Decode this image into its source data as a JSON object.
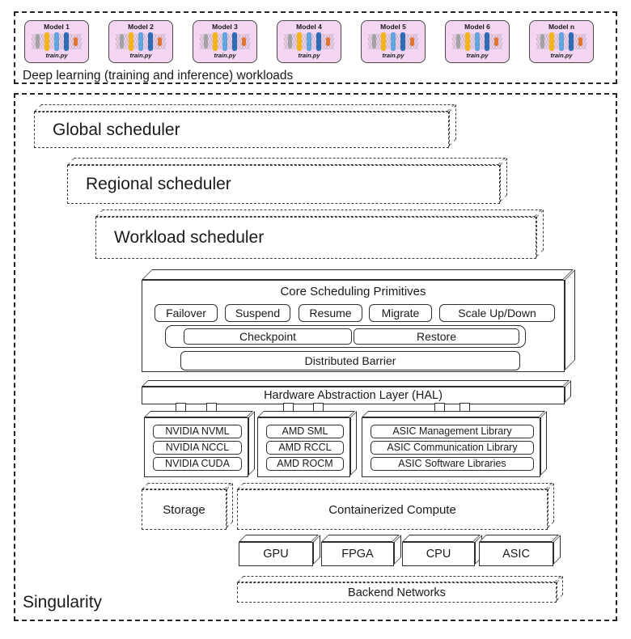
{
  "colors": {
    "model-bg": "#f5d6f2",
    "nn-gray": "#a3a3a3",
    "nn-yellow": "#f3b31b",
    "nn-lightblue": "#62a5de",
    "nn-blue": "#2d6cb5",
    "nn-orange": "#e0762f"
  },
  "workloads": {
    "label": "Deep learning (training and inference) workloads",
    "models": [
      {
        "name": "Model 1",
        "script": "train.py"
      },
      {
        "name": "Model 2",
        "script": "train.py"
      },
      {
        "name": "Model 3",
        "script": "train.py"
      },
      {
        "name": "Model 4",
        "script": "train.py"
      },
      {
        "name": "Model 5",
        "script": "train.py"
      },
      {
        "name": "Model 6",
        "script": "train.py"
      },
      {
        "name": "Model n",
        "script": "train.py"
      }
    ]
  },
  "singularity": {
    "label": "Singularity",
    "schedulers": [
      "Global scheduler",
      "Regional scheduler",
      "Workload scheduler"
    ],
    "core": {
      "title": "Core Scheduling Primitives",
      "primitives": [
        "Failover",
        "Suspend",
        "Resume",
        "Migrate",
        "Scale Up/Down"
      ],
      "checkpoint": "Checkpoint",
      "restore": "Restore",
      "barrier": "Distributed Barrier"
    },
    "hal": "Hardware Abstraction Layer (HAL)",
    "driver_stacks": [
      {
        "items": [
          "NVIDIA NVML",
          "NVIDIA NCCL",
          "NVIDIA CUDA"
        ]
      },
      {
        "items": [
          "AMD SML",
          "AMD RCCL",
          "AMD ROCM"
        ]
      },
      {
        "items": [
          "ASIC Management Library",
          "ASIC Communication Library",
          "ASIC Software Libraries"
        ]
      }
    ],
    "storage": "Storage",
    "compute": "Containerized Compute",
    "hardware": [
      "GPU",
      "FPGA",
      "CPU",
      "ASIC"
    ],
    "network": "Backend Networks"
  }
}
